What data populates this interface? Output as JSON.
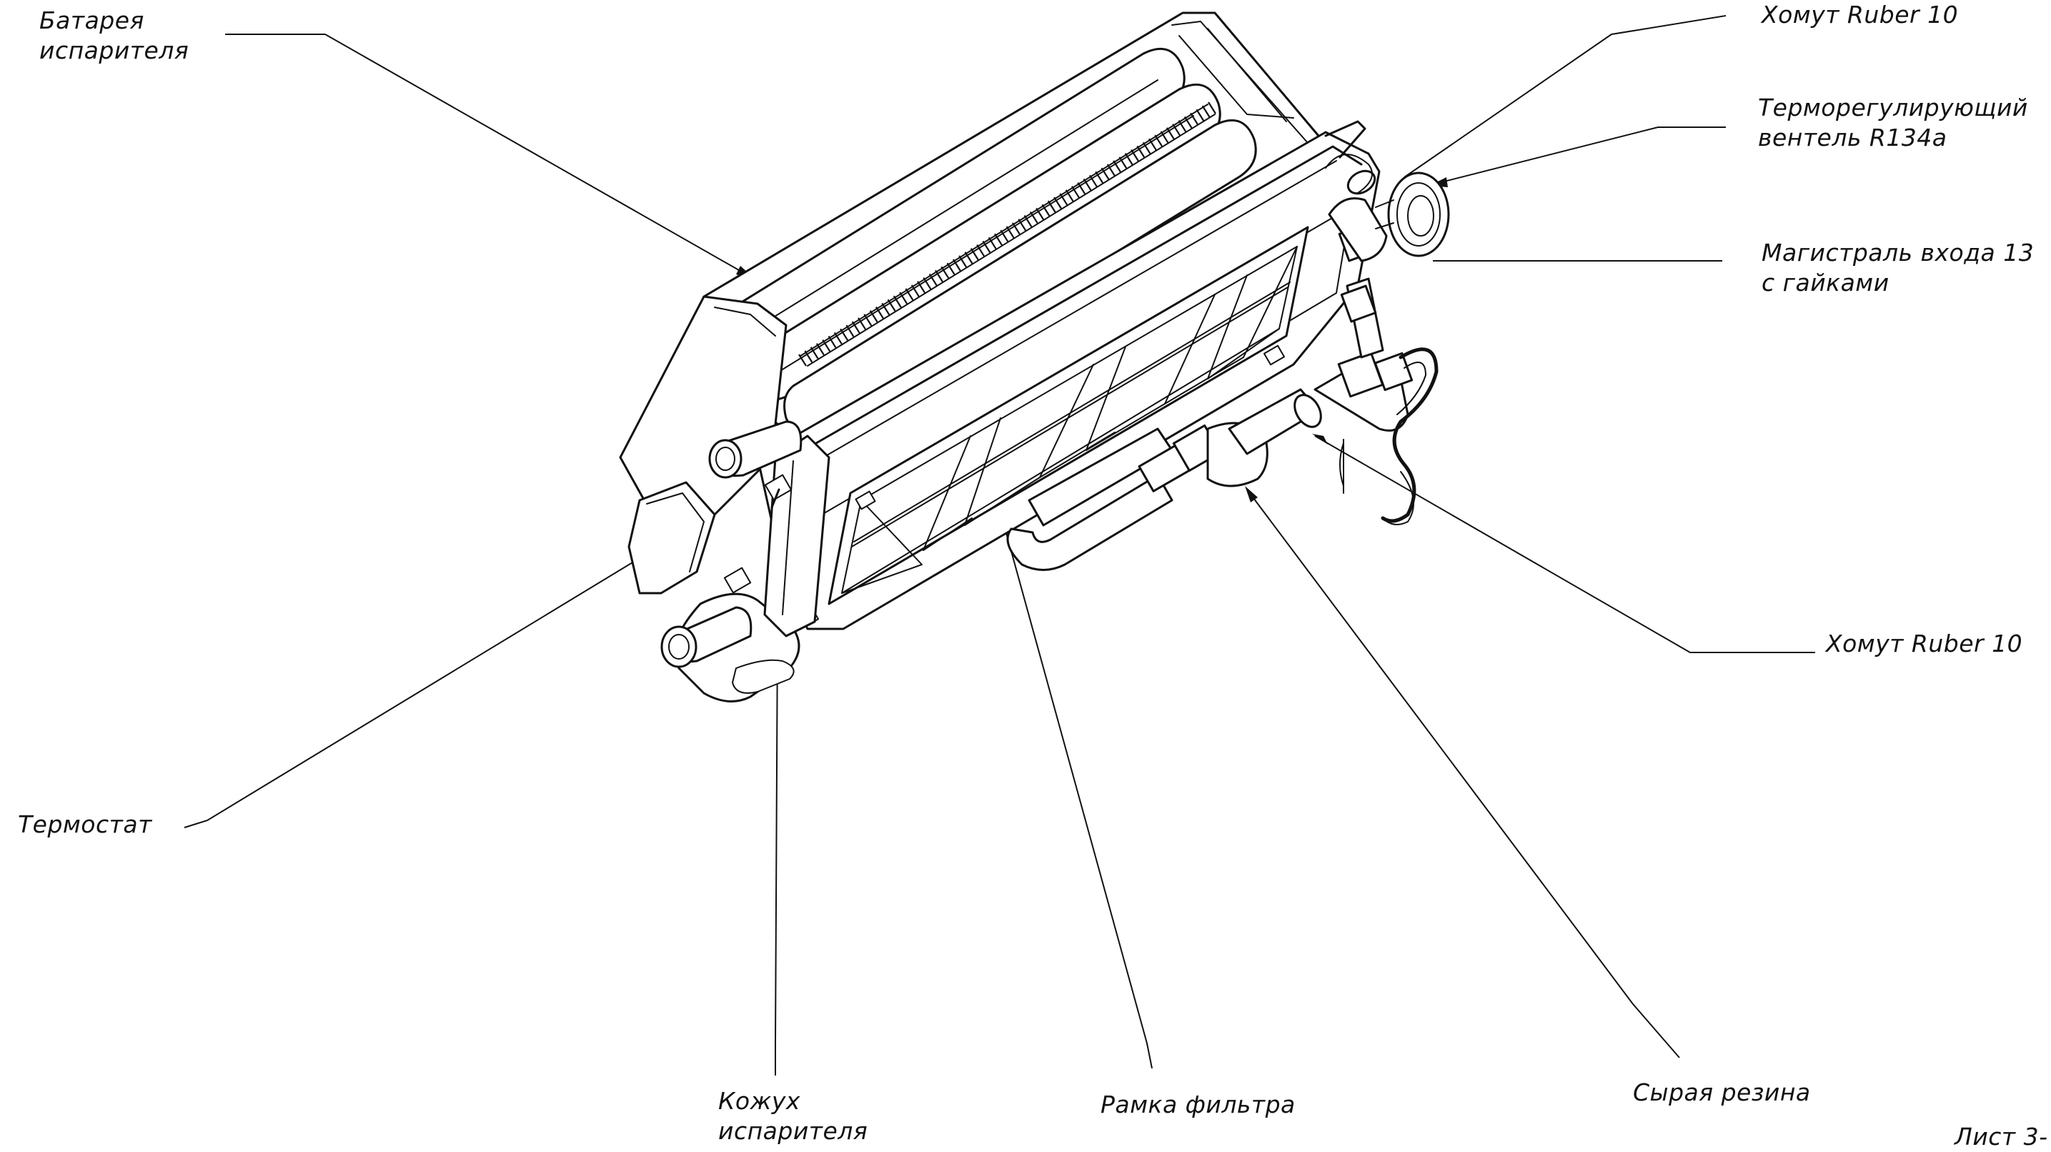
{
  "labels": {
    "evaporator_battery": [
      "Батарея",
      "испарителя"
    ],
    "clamp_top": "Хомут Ruber 10",
    "thermo_valve": [
      "Терморегулирующий",
      "вентель R134a"
    ],
    "inlet_line": [
      "Магистраль входа 13",
      "с гайками"
    ],
    "clamp_right": "Хомут Ruber 10",
    "thermostat": "Термостат",
    "evaporator_cover": [
      "Кожух",
      "испарителя"
    ],
    "filter_frame": "Рамка фильтра",
    "raw_rubber": "Сырая резина",
    "sheet": "Лист 3-"
  }
}
